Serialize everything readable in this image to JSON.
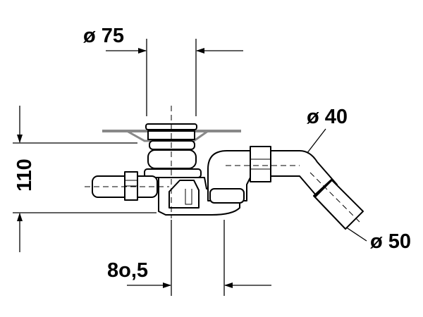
{
  "dimensions": {
    "outlet_diameter": "ø 75",
    "pipe_diameter_upper": "ø 40",
    "pipe_diameter_lower": "ø 50",
    "height": "110",
    "spacing": "8o,5"
  },
  "colors": {
    "line": "#000000",
    "plate": "#888888"
  }
}
